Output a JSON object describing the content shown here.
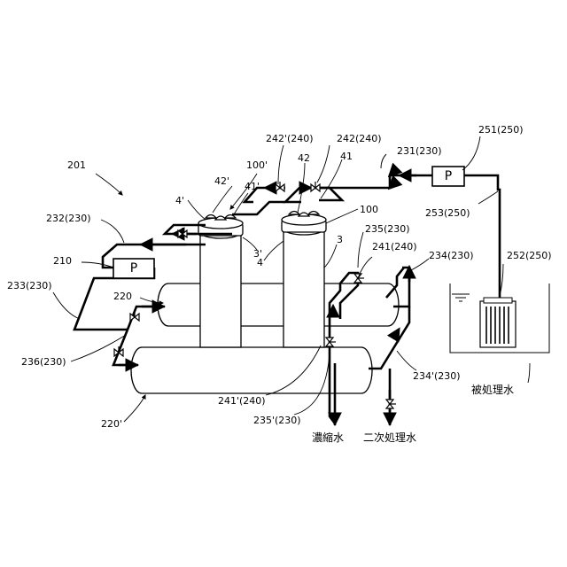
{
  "labels": {
    "system": "201",
    "pipe_232": "232(230)",
    "pump_210": "210",
    "pipe_233": "233(230)",
    "tank_220": "220",
    "pipe_236": "236(230)",
    "tank_220b": "220'",
    "module_100b": "100'",
    "head_42b": "42'",
    "head_41b": "41'",
    "port_4b": "4'",
    "port_3b": "3'",
    "valve_242b": "242'(240)",
    "head_42": "42",
    "valve_242": "242(240)",
    "head_41": "41",
    "module_100": "100",
    "port_4": "4",
    "port_3": "3",
    "pipe_231": "231(230)",
    "pump_251": "251(250)",
    "pipe_253": "253(250)",
    "pipe_235": "235(230)",
    "valve_241": "241(240)",
    "pipe_234": "234(230)",
    "tank_252": "252(250)",
    "pipe_234b": "234'(230)",
    "valve_241b": "241'(240)",
    "pipe_235b": "235'(230)",
    "raw_water": "被処理水",
    "concentrate": "濃縮水",
    "secondary": "二次処理水"
  },
  "pumps": {
    "left": "P",
    "right": "P"
  },
  "colors": {
    "line": "#000000",
    "background": "#ffffff"
  }
}
